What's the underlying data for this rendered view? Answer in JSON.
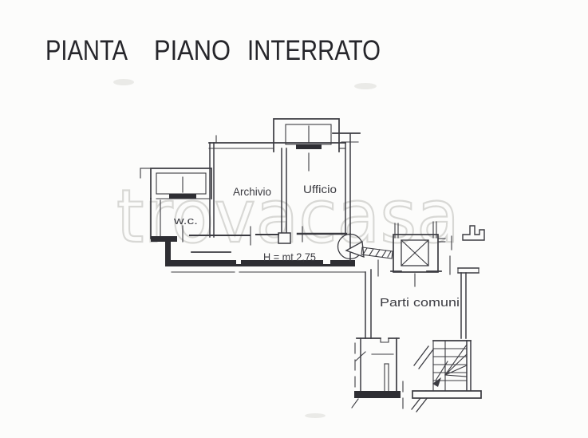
{
  "title": {
    "words": [
      "PIANTA",
      "PIANO",
      "INTERRATO"
    ]
  },
  "watermark": "trovacasa",
  "plan": {
    "rooms": {
      "archivio": "Archivio",
      "ufficio": "Ufficio",
      "wc": "w.c."
    },
    "ceiling_height_note": "H = mt 2,75",
    "common_area_label": "Parti comuni"
  },
  "colors": {
    "ink": "#3b3b41",
    "wall": "#2e2e33",
    "paper": "#fcfcfb",
    "watermark": "#d8d8d5",
    "smudge": "#eaeae7"
  }
}
